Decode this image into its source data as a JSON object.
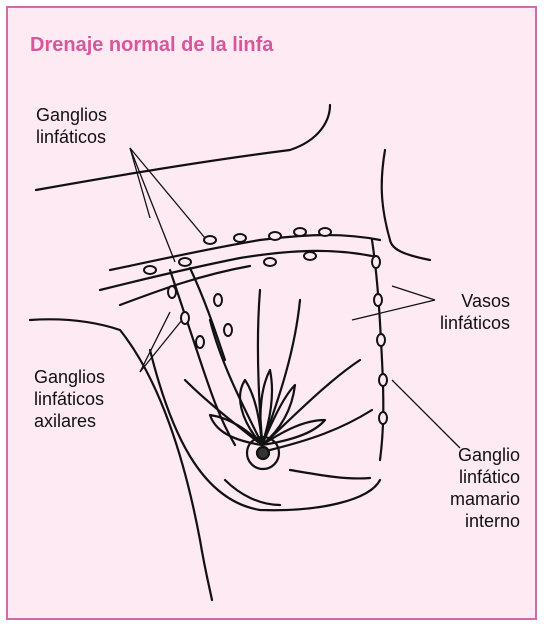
{
  "title": "Drenaje normal de la linfa",
  "labels": {
    "ganglios_linfaticos": "Ganglios\nlinfáticos",
    "vasos_linfaticos": "Vasos\nlinfáticos",
    "ganglios_axilares": "Ganglios\nlinfáticos\naxilares",
    "ganglio_mamario": "Ganglio\nlinfático\nmamario\ninterno"
  },
  "colors": {
    "border": "#d36aa7",
    "background": "#fdeaf2",
    "title": "#d8579a",
    "line": "#111111"
  }
}
